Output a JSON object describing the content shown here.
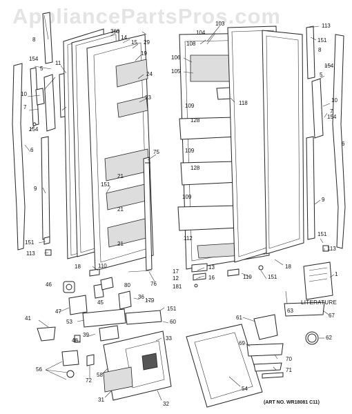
{
  "watermark": "AppliancePartsPros.com",
  "literature_label": "LITERATURE",
  "art_number": "(ART NO. WR18081 C11)",
  "callouts": {
    "c1": "1",
    "c5": "5",
    "c5b": "5",
    "c6": "6",
    "c6b": "6",
    "c7": "7",
    "c7b": "7",
    "c8": "8",
    "c8b": "8",
    "c9": "9",
    "c9b": "9",
    "c10": "10",
    "c10b": "10",
    "c11": "11",
    "c12": "12",
    "c13": "13",
    "c14": "14",
    "c15": "15",
    "c16": "16",
    "c17": "17",
    "c18": "18",
    "c18b": "18",
    "c19": "19",
    "c21a": "21",
    "c21b": "21",
    "c21c": "21",
    "c23": "23",
    "c24": "24",
    "c29": "29",
    "c31": "31",
    "c32": "32",
    "c33": "33",
    "c36": "36",
    "c39": "39",
    "c41": "41",
    "c45": "45",
    "c46": "46",
    "c47": "47",
    "c48": "48",
    "c53": "53",
    "c54": "54",
    "c56": "56",
    "c58": "58",
    "c60": "60",
    "c61": "61",
    "c62": "62",
    "c63": "63",
    "c67": "67",
    "c69": "69",
    "c70": "70",
    "c71": "71",
    "c72": "72",
    "c75": "75",
    "c76": "76",
    "c80": "80",
    "c103": "103",
    "c104": "104",
    "c105": "105",
    "c106": "106",
    "c108": "108",
    "c109a": "109",
    "c109b": "109",
    "c109c": "109",
    "c110": "110",
    "c110b": "110",
    "c112": "112",
    "c113": "113",
    "c113b": "113",
    "c113c": "113",
    "c118": "118",
    "c128a": "128",
    "c128b": "128",
    "c151a": "151",
    "c151b": "151",
    "c151c": "151",
    "c151d": "151",
    "c151e": "151",
    "c151f": "151",
    "c154a": "154",
    "c154b": "154",
    "c154c": "154",
    "c154d": "154",
    "c179": "179",
    "c181": "181",
    "c360": "360"
  }
}
